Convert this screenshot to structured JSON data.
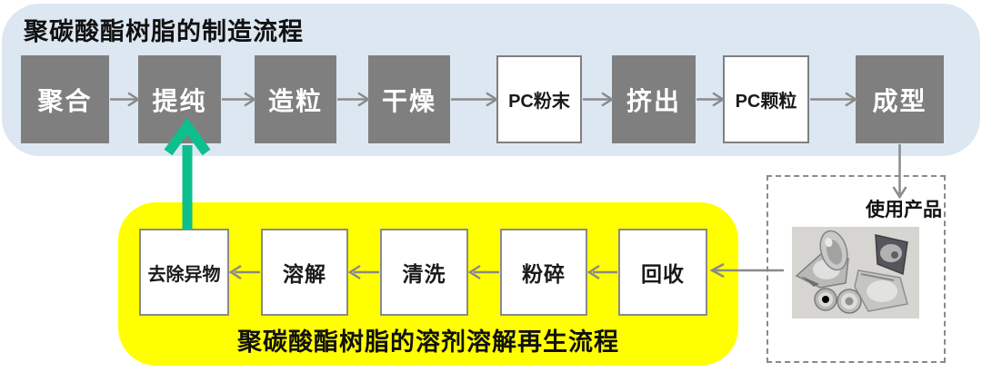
{
  "top_flow": {
    "title": "聚碳酸酯树脂的制造流程",
    "bg_color": "#dce7f2",
    "process_box_color": "#7f7f7f",
    "flow_direction": "left-to-right",
    "steps": [
      {
        "label": "聚合",
        "type": "process"
      },
      {
        "label": "提纯",
        "type": "process"
      },
      {
        "label": "造粒",
        "type": "process"
      },
      {
        "label": "干燥",
        "type": "process"
      },
      {
        "label": "PC粉末",
        "type": "material"
      },
      {
        "label": "挤出",
        "type": "process"
      },
      {
        "label": "PC颗粒",
        "type": "material"
      },
      {
        "label": "成型",
        "type": "process"
      }
    ]
  },
  "recycle_flow": {
    "title": "聚碳酸酯树脂的溶剂溶解再生流程",
    "bg_color": "#ffff00",
    "flow_direction": "right-to-left",
    "steps": [
      {
        "label": "去除异物"
      },
      {
        "label": "溶解"
      },
      {
        "label": "清洗"
      },
      {
        "label": "粉碎"
      },
      {
        "label": "回收"
      }
    ],
    "return_arrow": {
      "from": "去除异物",
      "to": "提纯",
      "color": "#0dbf8d"
    }
  },
  "used_product": {
    "label": "使用产品",
    "image": "car-headlamps-photo"
  },
  "colors": {
    "arrow_gray": "#8a8a8a",
    "accent_green": "#0dbf8d",
    "blue_band": "#dce7f2",
    "yellow_band": "#ffff00",
    "gray_box": "#7f7f7f"
  }
}
